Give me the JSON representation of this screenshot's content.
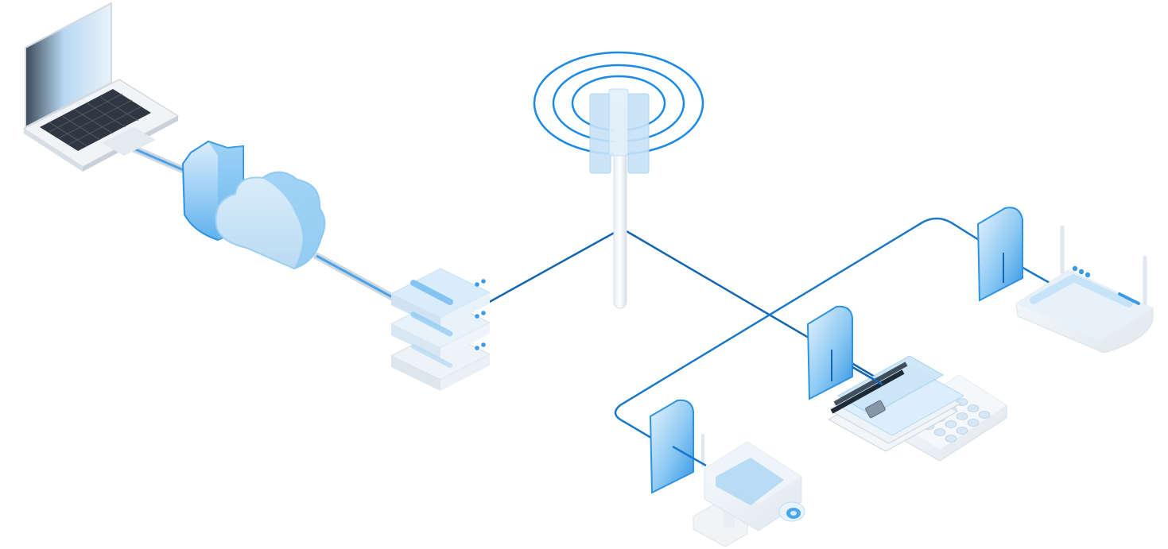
{
  "diagram": {
    "type": "network-topology",
    "nodes": [
      {
        "id": "laptop",
        "icon": "laptop-icon"
      },
      {
        "id": "firewall",
        "icon": "shield-icon"
      },
      {
        "id": "cloud",
        "icon": "cloud-icon"
      },
      {
        "id": "server",
        "icon": "server-rack-icon"
      },
      {
        "id": "cell-tower",
        "icon": "cell-tower-icon"
      },
      {
        "id": "router",
        "icon": "router-icon"
      },
      {
        "id": "payment-terminal",
        "icon": "payment-terminal-icon"
      },
      {
        "id": "security-camera",
        "icon": "security-camera-icon"
      },
      {
        "id": "secure-element-router",
        "icon": "secure-element-icon"
      },
      {
        "id": "secure-element-terminal",
        "icon": "secure-element-icon"
      },
      {
        "id": "secure-element-camera",
        "icon": "secure-element-icon"
      }
    ],
    "links": [
      {
        "from": "laptop",
        "to": "firewall",
        "style": "cable"
      },
      {
        "from": "cloud",
        "to": "server",
        "style": "cable"
      },
      {
        "from": "server",
        "to": "cell-tower",
        "style": "line"
      },
      {
        "from": "cell-tower",
        "to": "secure-element-terminal",
        "style": "line"
      },
      {
        "from": "secure-element-camera",
        "to": "secure-element-router",
        "style": "line"
      }
    ],
    "colors": {
      "accent": "#1a8ae6",
      "line": "#1566b0",
      "panel-light": "#d8ecfb",
      "panel-dark": "#4aa8ea",
      "device": "#eef3f7"
    }
  }
}
